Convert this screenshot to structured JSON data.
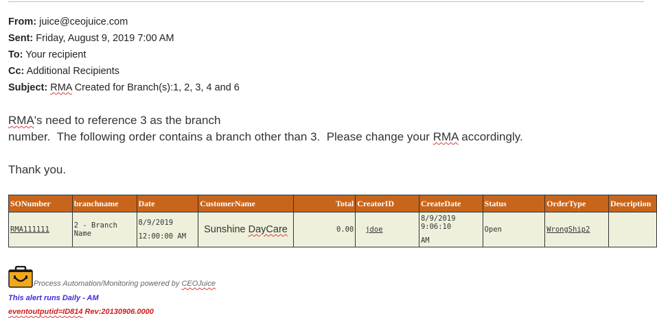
{
  "email": {
    "from_label": "From:",
    "from_value": "juice@ceojuice.com",
    "sent_label": "Sent:",
    "sent_value": "Friday, August 9, 2019 7:00 AM",
    "to_label": "To:",
    "to_value": "Your recipient",
    "cc_label": "Cc:",
    "cc_value": "Additional Recipients",
    "subject_label": "Subject:",
    "subject_rma": "RMA",
    "subject_rest": "Created for Branch(s):1, 2, 3, 4 and 6"
  },
  "message": {
    "line1_rma": "RMA",
    "line1_rest": "'s need to reference 3 as the branch",
    "line2_start": "number.  The following order contains a branch other than 3.  Please change your ",
    "line2_rma": "RMA",
    "line2_end": " accordingly.",
    "thanks": "Thank you."
  },
  "table": {
    "headers": [
      "SONumber",
      "branchname",
      "Date",
      "CustomerName",
      "Total",
      "CreatorID",
      "CreateDate",
      "Status",
      "OrderType",
      "Description"
    ],
    "row": {
      "sonumber": "RMA111111",
      "branchname": "2 - Branch Name",
      "date_line1": "8/9/2019",
      "date_line2": "12:00:00 AM",
      "customer_first": "Sunshine",
      "customer_second": "DayCare",
      "total": "0.00",
      "creatorid": "jdoe",
      "createdate_line1": "8/9/2019 9:06:10",
      "createdate_line2": "AM",
      "status": "Open",
      "ordertype": "WrongShip2",
      "description": ""
    }
  },
  "footer": {
    "powered_text": "Process Automation/Monitoring powered by ",
    "powered_link": "CEOJuice",
    "runs": "This alert runs Daily - AM",
    "eventout_link": "eventoutputid=ID814",
    "rev": " Rev:20130906.0000",
    "logo_icon": "briefcase-smile-icon"
  },
  "colors": {
    "header_bg": "#c8651b",
    "cell_bg": "#eef0dc",
    "runs_text": "#3a2bdc",
    "event_text": "#d21a1a"
  }
}
